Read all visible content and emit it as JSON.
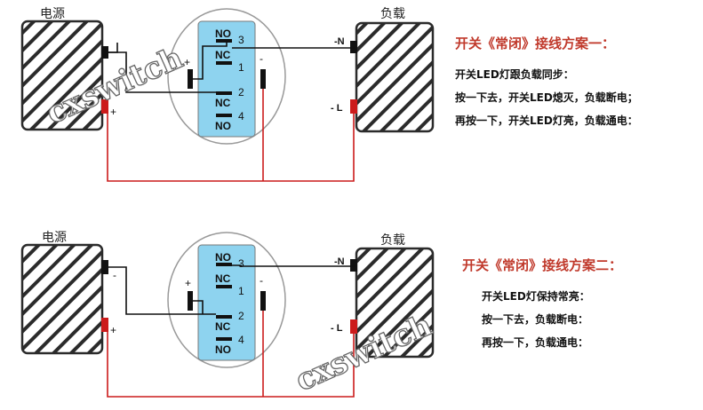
{
  "colors": {
    "red_wire": "#cc1b1b",
    "black_wire": "#111111",
    "switch_blue": "#8ed3ef",
    "panel_title": "#c0392b"
  },
  "diagrams": [
    {
      "power_label": "电源",
      "load_label": "负载",
      "power_plus": "+",
      "power_minus": "",
      "load_neg_label": "-N",
      "load_live_label": "- L",
      "led_plus": "+",
      "led_minus": "-",
      "pins": {
        "p3_type": "NO",
        "p3_num": "3",
        "p1_type": "NC",
        "p1_num": "1",
        "p2_num": "2",
        "p4_type": "NC",
        "p4_num": "4",
        "p4_type_b": "NO"
      },
      "watermark": "cxswitch",
      "panel": {
        "title": "开关《常闭》接线方案一：",
        "lines": [
          "开关LED灯跟负载同步：",
          "按一下去，开关LED熄灭，负载断电；",
          "再按一下，开关LED灯亮，负载通电："
        ]
      }
    },
    {
      "power_label": "电源",
      "load_label": "负载",
      "power_plus": "+",
      "power_minus": "-",
      "load_neg_label": "-N",
      "load_live_label": "- L",
      "led_plus": "+",
      "led_minus": "-",
      "pins": {
        "p3_type": "NO",
        "p3_num": "3",
        "p1_type": "NC",
        "p1_num": "1",
        "p2_num": "2",
        "p4_type": "NC",
        "p4_num": "4",
        "p4_type_b": "NO"
      },
      "watermark": "cxswitch",
      "panel": {
        "title": "开关《常闭》接线方案二：",
        "lines": [
          "开关LED灯保持常亮：",
          "按一下去，负载断电：",
          "再按一下，负载通电："
        ]
      }
    }
  ]
}
